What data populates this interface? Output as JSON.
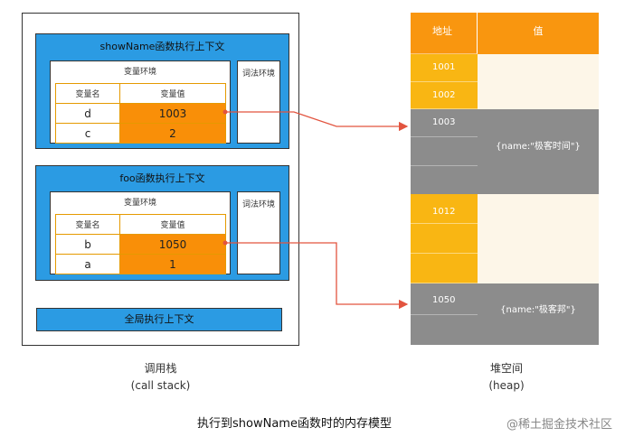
{
  "call_stack": {
    "label": "调用栈",
    "label_en": "(call stack)",
    "show_name_context": {
      "title": "showName函数执行上下文",
      "variable_env_title": "变量环境",
      "lexical_env_title": "词法环境",
      "header_name": "变量名",
      "header_value": "变量值",
      "rows": [
        {
          "name": "d",
          "value": "1003"
        },
        {
          "name": "c",
          "value": "2"
        }
      ]
    },
    "foo_context": {
      "title": "foo函数执行上下文",
      "variable_env_title": "变量环境",
      "lexical_env_title": "词法环境",
      "header_name": "变量名",
      "header_value": "变量值",
      "rows": [
        {
          "name": "b",
          "value": "1050"
        },
        {
          "name": "a",
          "value": "1"
        }
      ]
    },
    "global_context": "全局执行上下文"
  },
  "heap": {
    "label": "堆空间",
    "label_en": "(heap)",
    "header_addr": "地址",
    "header_value": "值",
    "addr_1001": "1001",
    "addr_1002": "1002",
    "addr_1003": "1003",
    "value_1003": "{name:\"极客时间\"}",
    "addr_1012": "1012",
    "addr_1050": "1050",
    "value_1050": "{name:\"极客邦\"}"
  },
  "figure_title": "执行到showName函数时的内存模型",
  "watermark": "@稀土掘金技术社区",
  "colors": {
    "context_blue": "#2b9be3",
    "value_orange": "#f98f08",
    "heap_header_orange": "#f9960f",
    "heap_addr_yellow": "#f9b613",
    "heap_value_cream": "#fdf6e8",
    "heap_gray": "#8c8c8c",
    "arrow_red": "#e2543f"
  }
}
